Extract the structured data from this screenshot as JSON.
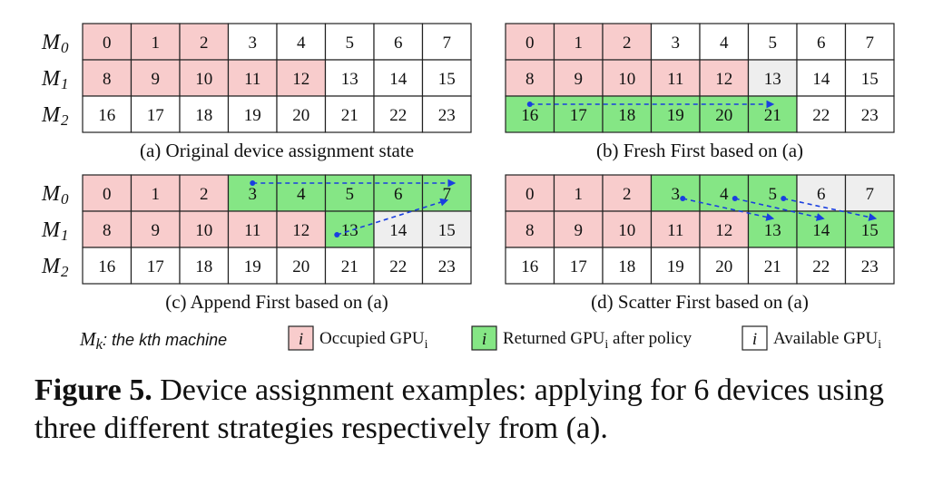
{
  "panels": [
    {
      "caption": "(a) Original device assignment state",
      "grid": [
        [
          "0",
          "1",
          "2",
          "3",
          "4",
          "5",
          "6",
          "7"
        ],
        [
          "8",
          "9",
          "10",
          "11",
          "12",
          "13",
          "14",
          "15"
        ],
        [
          "16",
          "17",
          "18",
          "19",
          "20",
          "21",
          "22",
          "23"
        ]
      ],
      "state": [
        [
          "o",
          "o",
          "o",
          "a",
          "a",
          "a",
          "a",
          "a"
        ],
        [
          "o",
          "o",
          "o",
          "o",
          "o",
          "a",
          "a",
          "a"
        ],
        [
          "a",
          "a",
          "a",
          "a",
          "a",
          "a",
          "a",
          "a"
        ]
      ]
    },
    {
      "caption": "(b) Fresh First based on (a)",
      "grid": [
        [
          "0",
          "1",
          "2",
          "3",
          "4",
          "5",
          "6",
          "7"
        ],
        [
          "8",
          "9",
          "10",
          "11",
          "12",
          "13",
          "14",
          "15"
        ],
        [
          "16",
          "17",
          "18",
          "19",
          "20",
          "21",
          "22",
          "23"
        ]
      ],
      "state": [
        [
          "o",
          "o",
          "o",
          "a",
          "a",
          "a",
          "a",
          "a"
        ],
        [
          "o",
          "o",
          "o",
          "o",
          "o",
          "x",
          "a",
          "a"
        ],
        [
          "r",
          "r",
          "r",
          "r",
          "r",
          "r",
          "a",
          "a"
        ]
      ]
    },
    {
      "caption": "(c) Append First based on (a)",
      "grid": [
        [
          "0",
          "1",
          "2",
          "3",
          "4",
          "5",
          "6",
          "7"
        ],
        [
          "8",
          "9",
          "10",
          "11",
          "12",
          "13",
          "14",
          "15"
        ],
        [
          "16",
          "17",
          "18",
          "19",
          "20",
          "21",
          "22",
          "23"
        ]
      ],
      "state": [
        [
          "o",
          "o",
          "o",
          "r",
          "r",
          "r",
          "r",
          "r"
        ],
        [
          "o",
          "o",
          "o",
          "o",
          "o",
          "r",
          "x",
          "x"
        ],
        [
          "a",
          "a",
          "a",
          "a",
          "a",
          "a",
          "a",
          "a"
        ]
      ]
    },
    {
      "caption": "(d) Scatter First based on (a)",
      "grid": [
        [
          "0",
          "1",
          "2",
          "3",
          "4",
          "5",
          "6",
          "7"
        ],
        [
          "8",
          "9",
          "10",
          "11",
          "12",
          "13",
          "14",
          "15"
        ],
        [
          "16",
          "17",
          "18",
          "19",
          "20",
          "21",
          "22",
          "23"
        ]
      ],
      "state": [
        [
          "o",
          "o",
          "o",
          "r",
          "r",
          "r",
          "x",
          "x"
        ],
        [
          "o",
          "o",
          "o",
          "o",
          "o",
          "r",
          "r",
          "r"
        ],
        [
          "a",
          "a",
          "a",
          "a",
          "a",
          "a",
          "a",
          "a"
        ]
      ]
    }
  ],
  "row_labels": [
    {
      "base": "M",
      "sub": "0"
    },
    {
      "base": "M",
      "sub": "1"
    },
    {
      "base": "M",
      "sub": "2"
    }
  ],
  "legend": {
    "machine_def": {
      "base": "M",
      "sub": "k",
      "rest": ": the kth machine"
    },
    "items": [
      {
        "symbol": "i",
        "label": "Occupied GPU",
        "sub": "i",
        "color": "#f8cccc"
      },
      {
        "symbol": "i",
        "label": "Returned GPU",
        "sub": "i",
        "suffix": " after policy",
        "color": "#85e685"
      },
      {
        "symbol": "i",
        "label": "Available GPU",
        "sub": "i",
        "color": "#ffffff"
      }
    ]
  },
  "caption": {
    "label": "Figure 5.",
    "text": " Device assignment examples: applying for 6 devices using three different strategies respectively from (a)."
  },
  "colors": {
    "occupied": "#f8cccc",
    "returned": "#85e685",
    "available": "#ffffff",
    "unusable": "#eeeeee",
    "arrow": "#1a3fe0"
  }
}
